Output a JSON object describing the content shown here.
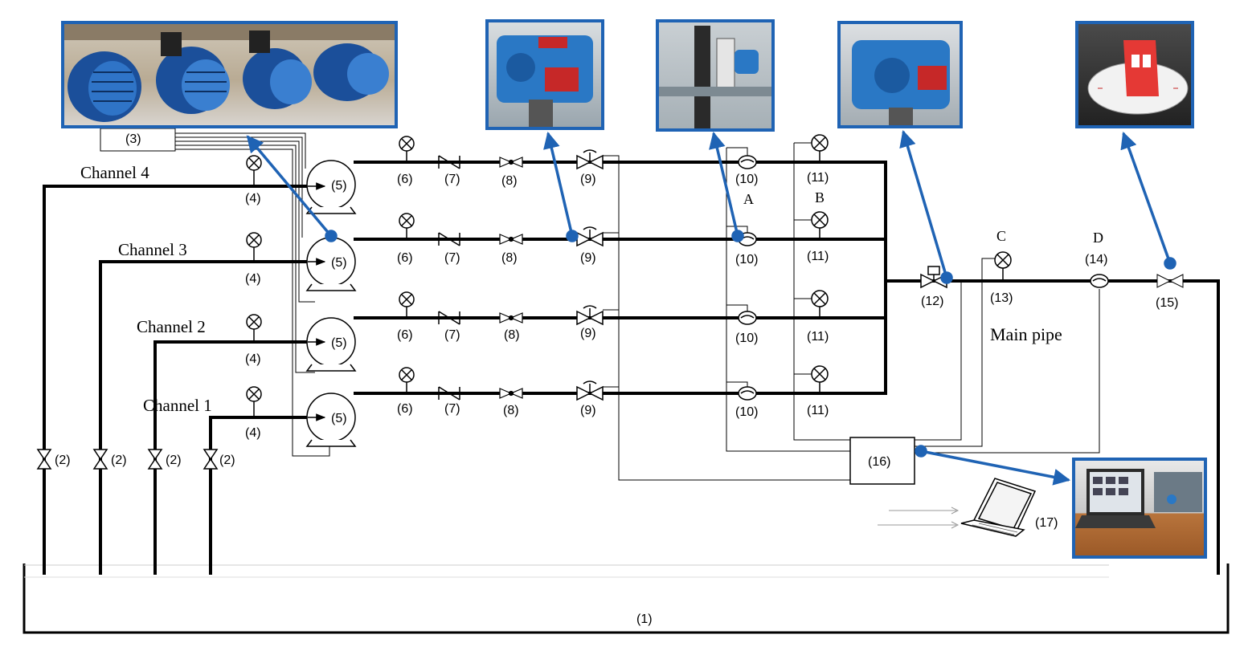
{
  "labels": {
    "tank": "(1)",
    "valve2": "(2)",
    "box3": "(3)",
    "gauge4": "(4)",
    "pump5": "(5)",
    "gauge6": "(6)",
    "check7": "(7)",
    "v8": "(8)",
    "valve9": "(9)",
    "meter10": "(10)",
    "gauge11": "(11)",
    "valve12": "(12)",
    "gauge13": "(13)",
    "meter14": "(14)",
    "valve15": "(15)",
    "controller16": "(16)",
    "laptop17": "(17)",
    "pointA": "A",
    "pointB": "B",
    "pointC": "C",
    "pointD": "D",
    "main_pipe": "Main  pipe"
  },
  "channels": [
    {
      "name": "Channel 4"
    },
    {
      "name": "Channel 3"
    },
    {
      "name": "Channel 2"
    },
    {
      "name": "Channel  1"
    }
  ],
  "photos": [
    {
      "name": "pumps-photo",
      "depicts": "blue electric pump motors"
    },
    {
      "name": "electric-valve-photo",
      "depicts": "blue electric actuator valve"
    },
    {
      "name": "flowmeter-photo",
      "depicts": "pipe flowmeter and transmitter"
    },
    {
      "name": "main-valve-photo",
      "depicts": "blue electric actuator on main pipe"
    },
    {
      "name": "butterfly-valve-photo",
      "depicts": "red valve handle with angle dial"
    },
    {
      "name": "laptop-photo",
      "depicts": "laptop with monitoring software"
    }
  ],
  "colors": {
    "accent": "#1f63b4",
    "pipe": "#000000"
  }
}
